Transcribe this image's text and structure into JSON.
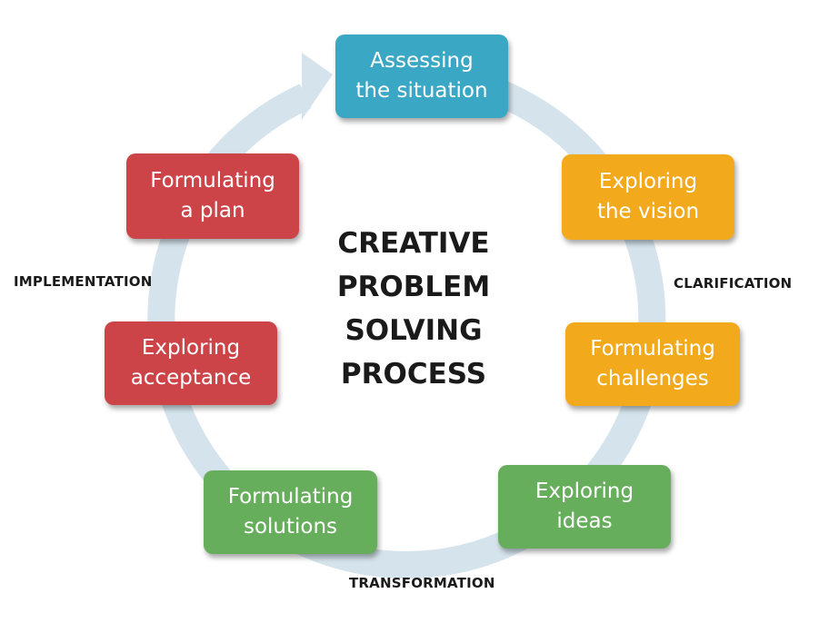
{
  "colors": {
    "ring": "#d5e3ec",
    "blue": "#3aa7c4",
    "yellow": "#f2aa1c",
    "green": "#66ae5c",
    "red": "#cc4448"
  },
  "center_title": {
    "lines": [
      "CREATIVE",
      "PROBLEM",
      "SOLVING",
      "PROCESS"
    ]
  },
  "phases": {
    "clarification": "CLARIFICATION",
    "transformation": "TRANSFORMATION",
    "implementation": "IMPLEMENTATION"
  },
  "stages": [
    {
      "label": "Assessing\nthe situation",
      "color": "blue"
    },
    {
      "label": "Exploring\nthe vision",
      "color": "yellow"
    },
    {
      "label": "Formulating\nchallenges",
      "color": "yellow"
    },
    {
      "label": "Exploring\nideas",
      "color": "green"
    },
    {
      "label": "Formulating\nsolutions",
      "color": "green"
    },
    {
      "label": "Exploring\nacceptance",
      "color": "red"
    },
    {
      "label": "Formulating\na plan",
      "color": "red"
    }
  ]
}
